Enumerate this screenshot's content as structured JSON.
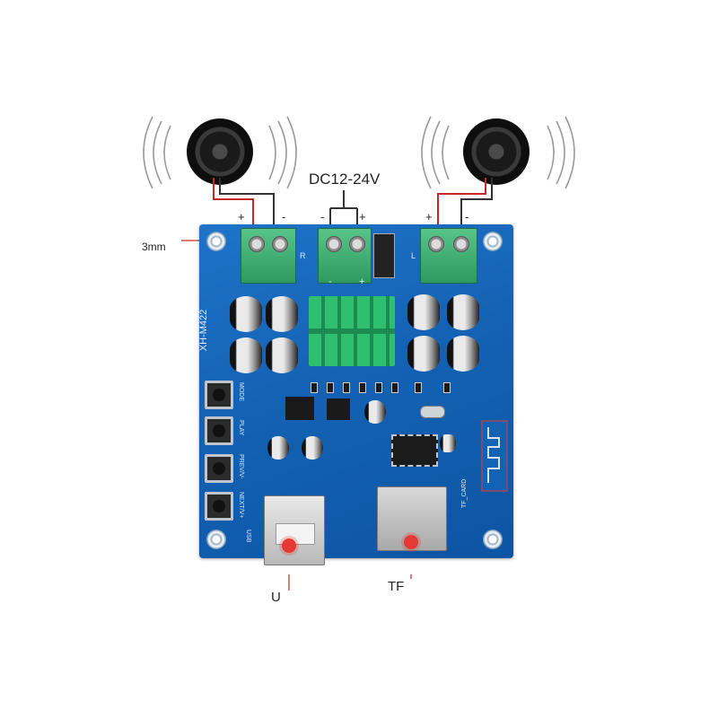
{
  "labels": {
    "power": "DC12-24V",
    "hole_size": "3mm",
    "usb_port": "U",
    "tf_slot": "TF"
  },
  "board": {
    "model": "XH-M422",
    "buttons": [
      "MODE",
      "PLAY",
      "PREV/V-",
      "NEXT/V+"
    ],
    "usb": "USB",
    "card": "TF_CARD",
    "plus": "+",
    "minus": "-",
    "left_ch": "L",
    "right_ch": "R"
  },
  "colors": {
    "board": "#1462b4",
    "terminal": "#3aa86b",
    "heatsink": "#2fbf71",
    "wire_red": "#c62828",
    "marker": "#e53935"
  }
}
